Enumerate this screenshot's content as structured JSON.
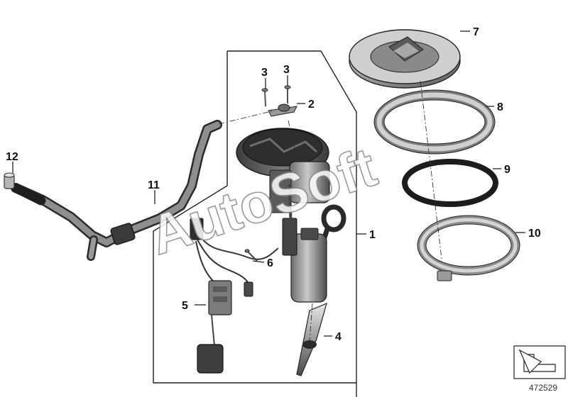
{
  "diagram": {
    "watermark": "AutoSoft",
    "reference_number": "472529",
    "colors": {
      "part_dark": "#555555",
      "part_mid": "#8c8c8c",
      "part_light": "#c4c4c4",
      "outline": "#222222",
      "background": "#ffffff"
    },
    "callouts": [
      {
        "id": "c1",
        "label": "1"
      },
      {
        "id": "c2",
        "label": "2"
      },
      {
        "id": "c3a",
        "label": "3"
      },
      {
        "id": "c3b",
        "label": "3"
      },
      {
        "id": "c4",
        "label": "4"
      },
      {
        "id": "c5",
        "label": "5"
      },
      {
        "id": "c6",
        "label": "6"
      },
      {
        "id": "c7",
        "label": "7"
      },
      {
        "id": "c8",
        "label": "8"
      },
      {
        "id": "c9",
        "label": "9"
      },
      {
        "id": "c10",
        "label": "10"
      },
      {
        "id": "c11",
        "label": "11"
      },
      {
        "id": "c12",
        "label": "12"
      }
    ],
    "icons": [
      "direction-arrow-icon"
    ]
  }
}
